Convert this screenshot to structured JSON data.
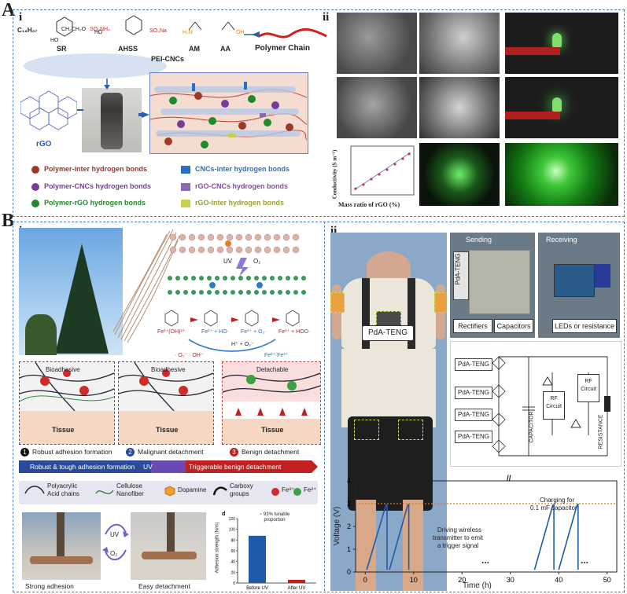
{
  "panelA": {
    "letter": "A",
    "sub_i": "i",
    "sub_ii": "ii",
    "chem": {
      "sr_formula": "C₁₈H₃₇",
      "sr_chain": "CH₂CH₂O",
      "sr_group": "SO₃NH₄",
      "sr_ho": "HO",
      "sr_label": "SR",
      "ahss_label": "AHSS",
      "ahss_ho": "HO",
      "ahss_group": "SO₃Na",
      "am_label": "AM",
      "am_group": "H₂N",
      "aa_label": "AA",
      "aa_group": "OH",
      "chain_label": "Polymer Chain",
      "pei_label": "PEI-CNCs",
      "rgo_label": "rGO"
    },
    "legend": [
      {
        "label": "Polymer-inter hydrogen bonds",
        "color": "#9c3a2a",
        "shape": "dot",
        "text_color": "#a0362a"
      },
      {
        "label": "Polymer-CNCs hydrogen bonds",
        "color": "#7a3a9a",
        "shape": "dot",
        "text_color": "#7a3a9a"
      },
      {
        "label": "Polymer-rGO hydrogen bonds",
        "color": "#1f8a2a",
        "shape": "dot",
        "text_color": "#1f8a2a"
      },
      {
        "label": "CNCs-inter hydrogen bonds",
        "color": "#2a6fc0",
        "shape": "rect",
        "text_color": "#2a6fc0"
      },
      {
        "label": "rGO-CNCs hydrogen bonds",
        "color": "#8a6ab0",
        "shape": "rect",
        "text_color": "#8a4aa0"
      },
      {
        "label": "rGO-inter hydrogen bonds",
        "color": "#c8d050",
        "shape": "rect",
        "text_color": "#9aa030"
      }
    ],
    "conductivity_chart": {
      "ylabel": "Conductivity (S m⁻¹)",
      "xlabel": "Mass ratio of rGO (%)"
    }
  },
  "panelB": {
    "letter": "B",
    "sub_i": "i",
    "sub_ii": "ii",
    "uv": "UV",
    "o2": "O₂",
    "reaction_1": "Fe³⁺(OH)²⁺",
    "reaction_2": "Fe²⁺ + HO·",
    "reaction_3": "Fe³⁺ + O₂·",
    "reaction_4": "Fe³⁺ + HOO·",
    "reaction_5": "H⁺ + O₂⁻",
    "ion_legend_1": "· O₂⁻   · OH⁻",
    "ion_legend_2": "Fe²⁺   Fe³⁺",
    "stage_labels": [
      "Bioadhesive",
      "Bioadhesive",
      "Detachable"
    ],
    "tissue": "Tissue",
    "stages": [
      {
        "num": "1",
        "label": "Robust adhesion formation"
      },
      {
        "num": "2",
        "label": "Malignant detachment"
      },
      {
        "num": "3",
        "label": "Benign detachment"
      }
    ],
    "arrow_bar": [
      "Robust & tough adhesion formation",
      "UV",
      "Triggerable benign detachment"
    ],
    "legend": [
      {
        "label": "Polyacrylic Acid chains",
        "line1": "Polyacrylic",
        "line2": "Acid chains"
      },
      {
        "label": "Cellulose Nanofiber",
        "line1": "Cellulose",
        "line2": "Nanofiber"
      },
      {
        "label": "Dopamine",
        "line1": "Dopamine",
        "line2": ""
      },
      {
        "label": "Carboxy groups",
        "line1": "Carboxy",
        "line2": "groups"
      },
      {
        "label": "Fe3+",
        "line1": "Fe³⁺",
        "line2": ""
      },
      {
        "label": "Fe2+",
        "line1": "Fe²⁺",
        "line2": ""
      }
    ],
    "strong_adhesion": "Strong adhesion",
    "easy_detachment": "Easy detachment",
    "uv_cycle": "UV",
    "o2_cycle": "O₂",
    "adhesion_chart": {
      "panel_letter": "d",
      "ylabel": "Adhesion strength (N/m)",
      "annotation": "~ 93% tunable proportion",
      "categories": [
        "Before UV",
        "After UV"
      ],
      "values": [
        88,
        6
      ],
      "yticks": [
        "0",
        "20",
        "40",
        "60",
        "80",
        "100",
        "120"
      ]
    },
    "pda_teng": "PdA-TENG",
    "sending": "Sending",
    "receiving": "Receiving",
    "rectifiers": "Rectifiers",
    "capacitors": "Capacitors",
    "leds": "LEDs or resistance",
    "circuit": {
      "teng": [
        "PdA-TENG",
        "PdA-TENG",
        "PdA-TENG",
        "PdA-TENG"
      ],
      "capacitor": "CAPACITOR",
      "rf1": "RF Circuit",
      "rf2": "RF Circuit",
      "resistance": "RESISTANCE"
    }
  },
  "chart_data": {
    "type": "line",
    "title": "",
    "xlabel": "Time (h)",
    "ylabel": "Voltage (V)",
    "xlim": [
      -2,
      52
    ],
    "ylim": [
      0,
      4
    ],
    "xticks": [
      0,
      10,
      20,
      30,
      40,
      50
    ],
    "yticks": [
      0,
      1,
      2,
      3,
      4
    ],
    "reference_line": {
      "y": 3.0,
      "color": "#e07a1a",
      "style": "dotted"
    },
    "series": [
      {
        "segments": [
          [
            0.3,
            0.1,
            4.3,
            2.95
          ],
          [
            4.5,
            0.1,
            4.5,
            3.0
          ]
        ]
      },
      {
        "segments": [
          [
            5.0,
            0.1,
            8.8,
            2.95
          ],
          [
            9.0,
            0.1,
            9.0,
            3.0
          ]
        ]
      },
      {
        "segments": [
          [
            35.0,
            0.1,
            38.8,
            2.95
          ],
          [
            39.0,
            0.1,
            39.0,
            3.0
          ]
        ]
      },
      {
        "segments": [
          [
            40.0,
            0.1,
            43.8,
            2.95
          ],
          [
            44.0,
            0.1,
            44.0,
            3.0
          ]
        ]
      }
    ],
    "annotations": [
      {
        "text": "Charging for",
        "text2": "0.1 mF capacitor"
      },
      {
        "text": "Driving wireless",
        "text2": "transmitter to emit",
        "text3": "a trigger signal"
      }
    ],
    "ellipsis": "...",
    "axis_break": "//"
  }
}
